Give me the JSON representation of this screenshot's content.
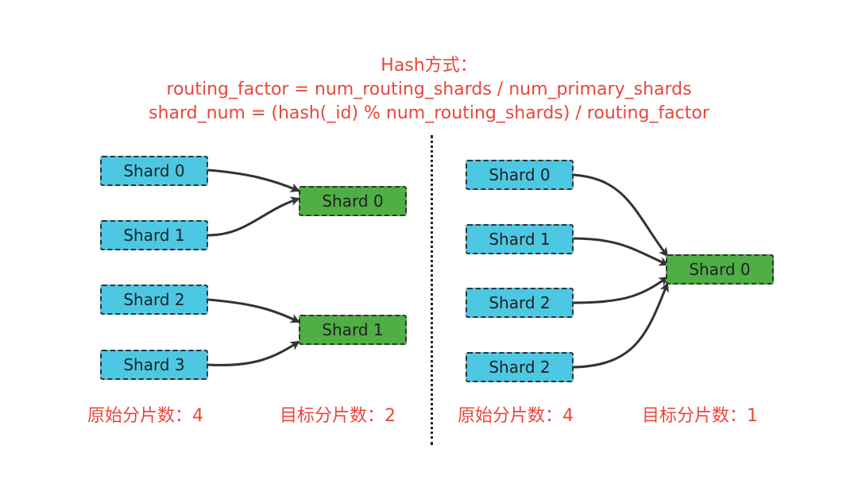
{
  "formula": {
    "heading": "Hash方式：",
    "line1": "routing_factor = num_routing_shards / num_primary_shards",
    "line2": "shard_num = (hash(_id) % num_routing_shards) / routing_factor"
  },
  "left": {
    "sources": [
      "Shard 0",
      "Shard 1",
      "Shard 2",
      "Shard 3"
    ],
    "targets": [
      "Shard 0",
      "Shard 1"
    ],
    "original_caption": "原始分片数：4",
    "target_caption": "目标分片数：2"
  },
  "right": {
    "sources": [
      "Shard 0",
      "Shard 1",
      "Shard 2",
      "Shard 2"
    ],
    "targets": [
      "Shard 0"
    ],
    "original_caption": "原始分片数：4",
    "target_caption": "目标分片数：1"
  },
  "colors": {
    "source_fill": "#4dc8e3",
    "target_fill": "#4fae45",
    "text_accent": "#e8463c",
    "arrow": "#333333"
  }
}
